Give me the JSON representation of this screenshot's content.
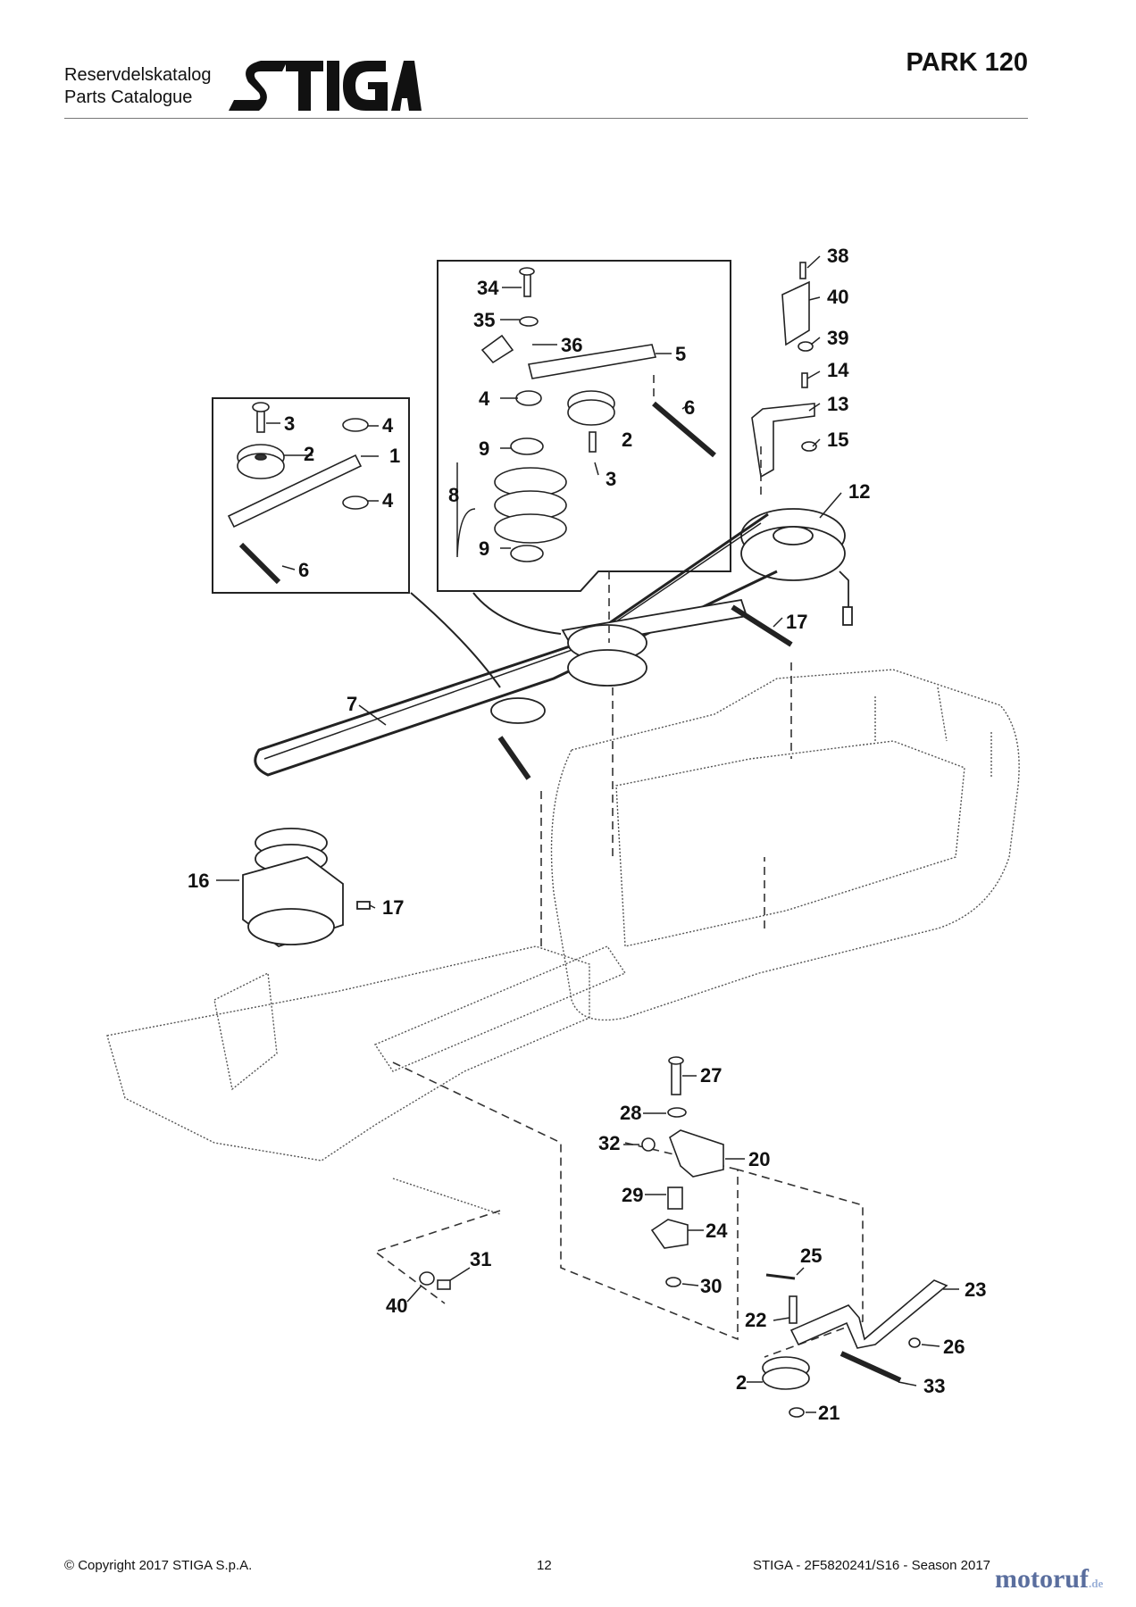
{
  "header": {
    "catalog_sv": "Reservdelskatalog",
    "catalog_en": "Parts Catalogue",
    "brand": "STIGA",
    "model": "PARK 120"
  },
  "callouts": [
    {
      "id": "c38",
      "label": "38"
    },
    {
      "id": "c40a",
      "label": "40"
    },
    {
      "id": "c39",
      "label": "39"
    },
    {
      "id": "c14",
      "label": "14"
    },
    {
      "id": "c13",
      "label": "13"
    },
    {
      "id": "c15",
      "label": "15"
    },
    {
      "id": "c12",
      "label": "12"
    },
    {
      "id": "c17a",
      "label": "17"
    },
    {
      "id": "c34",
      "label": "34"
    },
    {
      "id": "c35",
      "label": "35"
    },
    {
      "id": "c36",
      "label": "36"
    },
    {
      "id": "c5",
      "label": "5"
    },
    {
      "id": "c4a",
      "label": "4"
    },
    {
      "id": "c2a",
      "label": "2"
    },
    {
      "id": "c6a",
      "label": "6"
    },
    {
      "id": "c9a",
      "label": "9"
    },
    {
      "id": "c3a",
      "label": "3"
    },
    {
      "id": "c8",
      "label": "8"
    },
    {
      "id": "c9b",
      "label": "9"
    },
    {
      "id": "c3b",
      "label": "3"
    },
    {
      "id": "c4b",
      "label": "4"
    },
    {
      "id": "c2b",
      "label": "2"
    },
    {
      "id": "c1",
      "label": "1"
    },
    {
      "id": "c4c",
      "label": "4"
    },
    {
      "id": "c6b",
      "label": "6"
    },
    {
      "id": "c7",
      "label": "7"
    },
    {
      "id": "c16",
      "label": "16"
    },
    {
      "id": "c17b",
      "label": "17"
    },
    {
      "id": "c27",
      "label": "27"
    },
    {
      "id": "c28",
      "label": "28"
    },
    {
      "id": "c32",
      "label": "32"
    },
    {
      "id": "c20",
      "label": "20"
    },
    {
      "id": "c29",
      "label": "29"
    },
    {
      "id": "c24",
      "label": "24"
    },
    {
      "id": "c30",
      "label": "30"
    },
    {
      "id": "c31",
      "label": "31"
    },
    {
      "id": "c40b",
      "label": "40"
    },
    {
      "id": "c25",
      "label": "25"
    },
    {
      "id": "c23",
      "label": "23"
    },
    {
      "id": "c22",
      "label": "22"
    },
    {
      "id": "c26",
      "label": "26"
    },
    {
      "id": "c2c",
      "label": "2"
    },
    {
      "id": "c33",
      "label": "33"
    },
    {
      "id": "c21",
      "label": "21"
    }
  ],
  "footer": {
    "copyright": "© Copyright 2017 STIGA S.p.A.",
    "page_number": "12",
    "catalog_ref": "STIGA - 2F5820241/S16 - Season 2017"
  },
  "watermark": {
    "name": "motoruf",
    "tld": ".de"
  }
}
